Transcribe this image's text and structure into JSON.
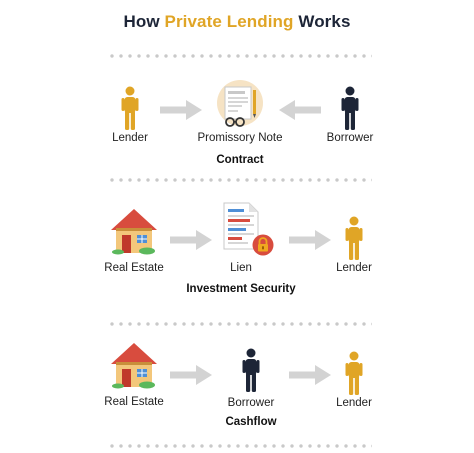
{
  "title": {
    "prefix": "How",
    "highlight": "Private Lending",
    "suffix": "Works"
  },
  "colors": {
    "gold": "#e0a526",
    "navy": "#1d2537",
    "arrow": "#d3d3d3",
    "dots": "#c9c9c9",
    "house_roof": "#d84c3e",
    "house_wall": "#f3c77b",
    "lock": "#f0a820"
  },
  "sections": {
    "contract": {
      "label": "Contract",
      "left": "Lender",
      "center": "Promissory Note",
      "right": "Borrower"
    },
    "security": {
      "label": "Investment Security",
      "left": "Real Estate",
      "center": "Lien",
      "right": "Lender"
    },
    "cashflow": {
      "label": "Cashflow",
      "left": "Real Estate",
      "center": "Borrower",
      "right": "Lender"
    }
  },
  "icons": [
    "person-gold-icon",
    "person-navy-icon",
    "arrow-icon",
    "promissory-note-icon",
    "house-icon",
    "lien-document-icon",
    "lock-icon"
  ]
}
